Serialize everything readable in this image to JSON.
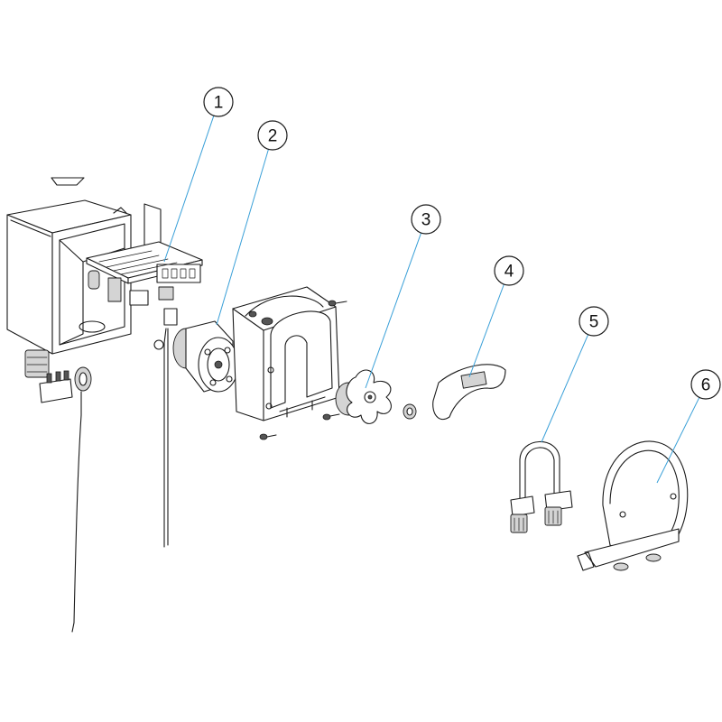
{
  "diagram": {
    "callouts": [
      {
        "label": "1"
      },
      {
        "label": "2"
      },
      {
        "label": "3"
      },
      {
        "label": "4"
      },
      {
        "label": "5"
      },
      {
        "label": "6"
      }
    ]
  },
  "colors": {
    "leader": "#3aa0d8",
    "line": "#1a1a1a",
    "background": "#ffffff"
  }
}
